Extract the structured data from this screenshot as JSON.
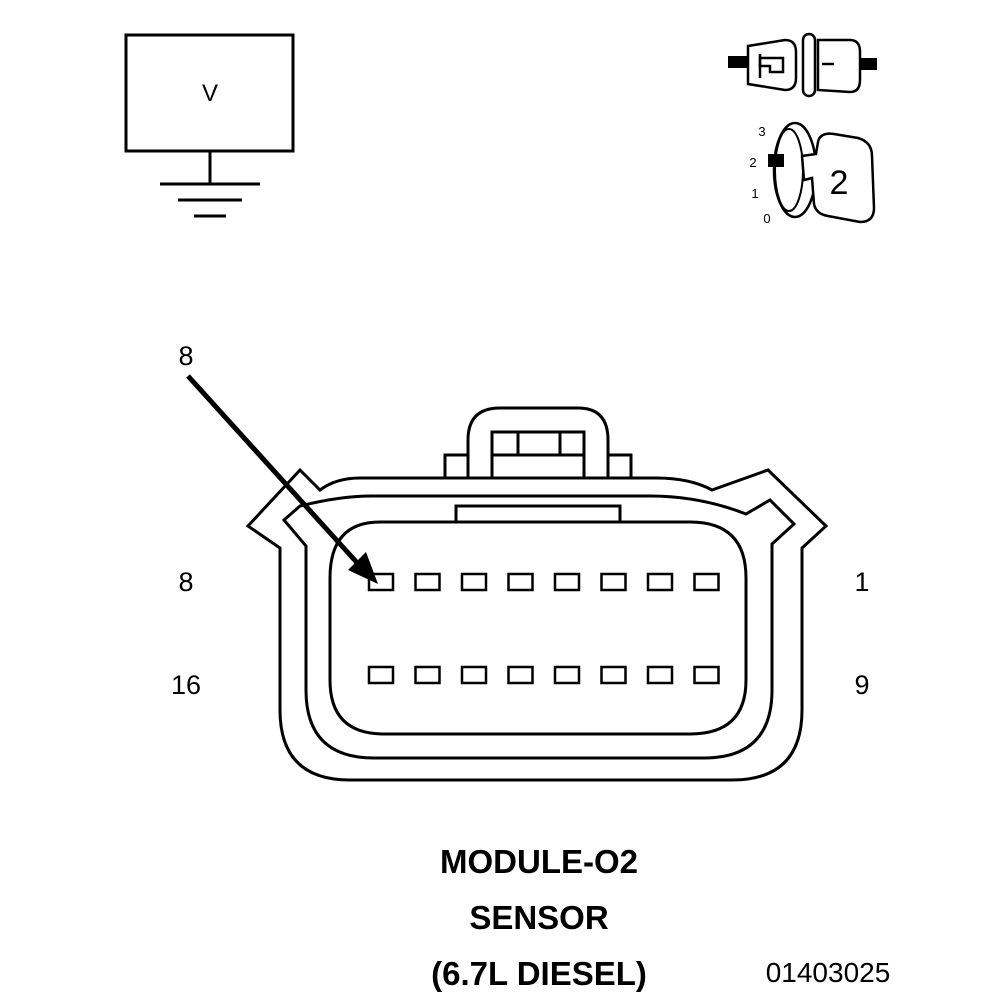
{
  "meter": {
    "label": "V"
  },
  "key_switch": {
    "positions": [
      "3",
      "2",
      "1",
      "0"
    ],
    "key_label": "2"
  },
  "connector": {
    "callout_pin": "8",
    "top_left_label": "8",
    "top_right_label": "1",
    "bottom_left_label": "16",
    "bottom_right_label": "9",
    "pins_per_row": 8,
    "rows": 2
  },
  "caption": {
    "line1": "MODULE-O2",
    "line2": "SENSOR",
    "line3": "(6.7L DIESEL)"
  },
  "figure_id": "01403025"
}
